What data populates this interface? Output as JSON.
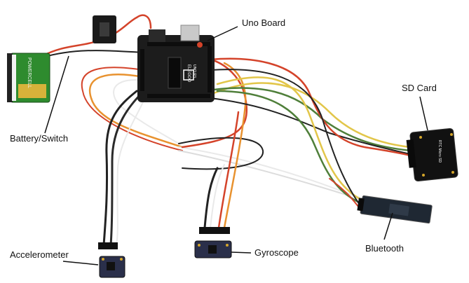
{
  "labels": {
    "uno_board": "Uno Board",
    "sd_card": "SD Card",
    "battery_switch": "Battery/Switch",
    "accelerometer": "Accelerometer",
    "gyroscope": "Gyroscope",
    "bluetooth": "Bluetooth"
  },
  "markings": {
    "battery_brand": "POWERCELL",
    "board_brand": "ELEGOO",
    "board_model": "UNO R3",
    "sd_module": "RTC Micro SD"
  },
  "colors": {
    "background": "#ffffff",
    "board": "#1c1c1c",
    "battery": "#2e8b2e",
    "wire_red": "#d4432a",
    "wire_orange": "#e8922f",
    "wire_yellow": "#e2c64a",
    "wire_green": "#4f7f3a",
    "wire_black": "#222222",
    "wire_white": "#e9e9e9"
  }
}
